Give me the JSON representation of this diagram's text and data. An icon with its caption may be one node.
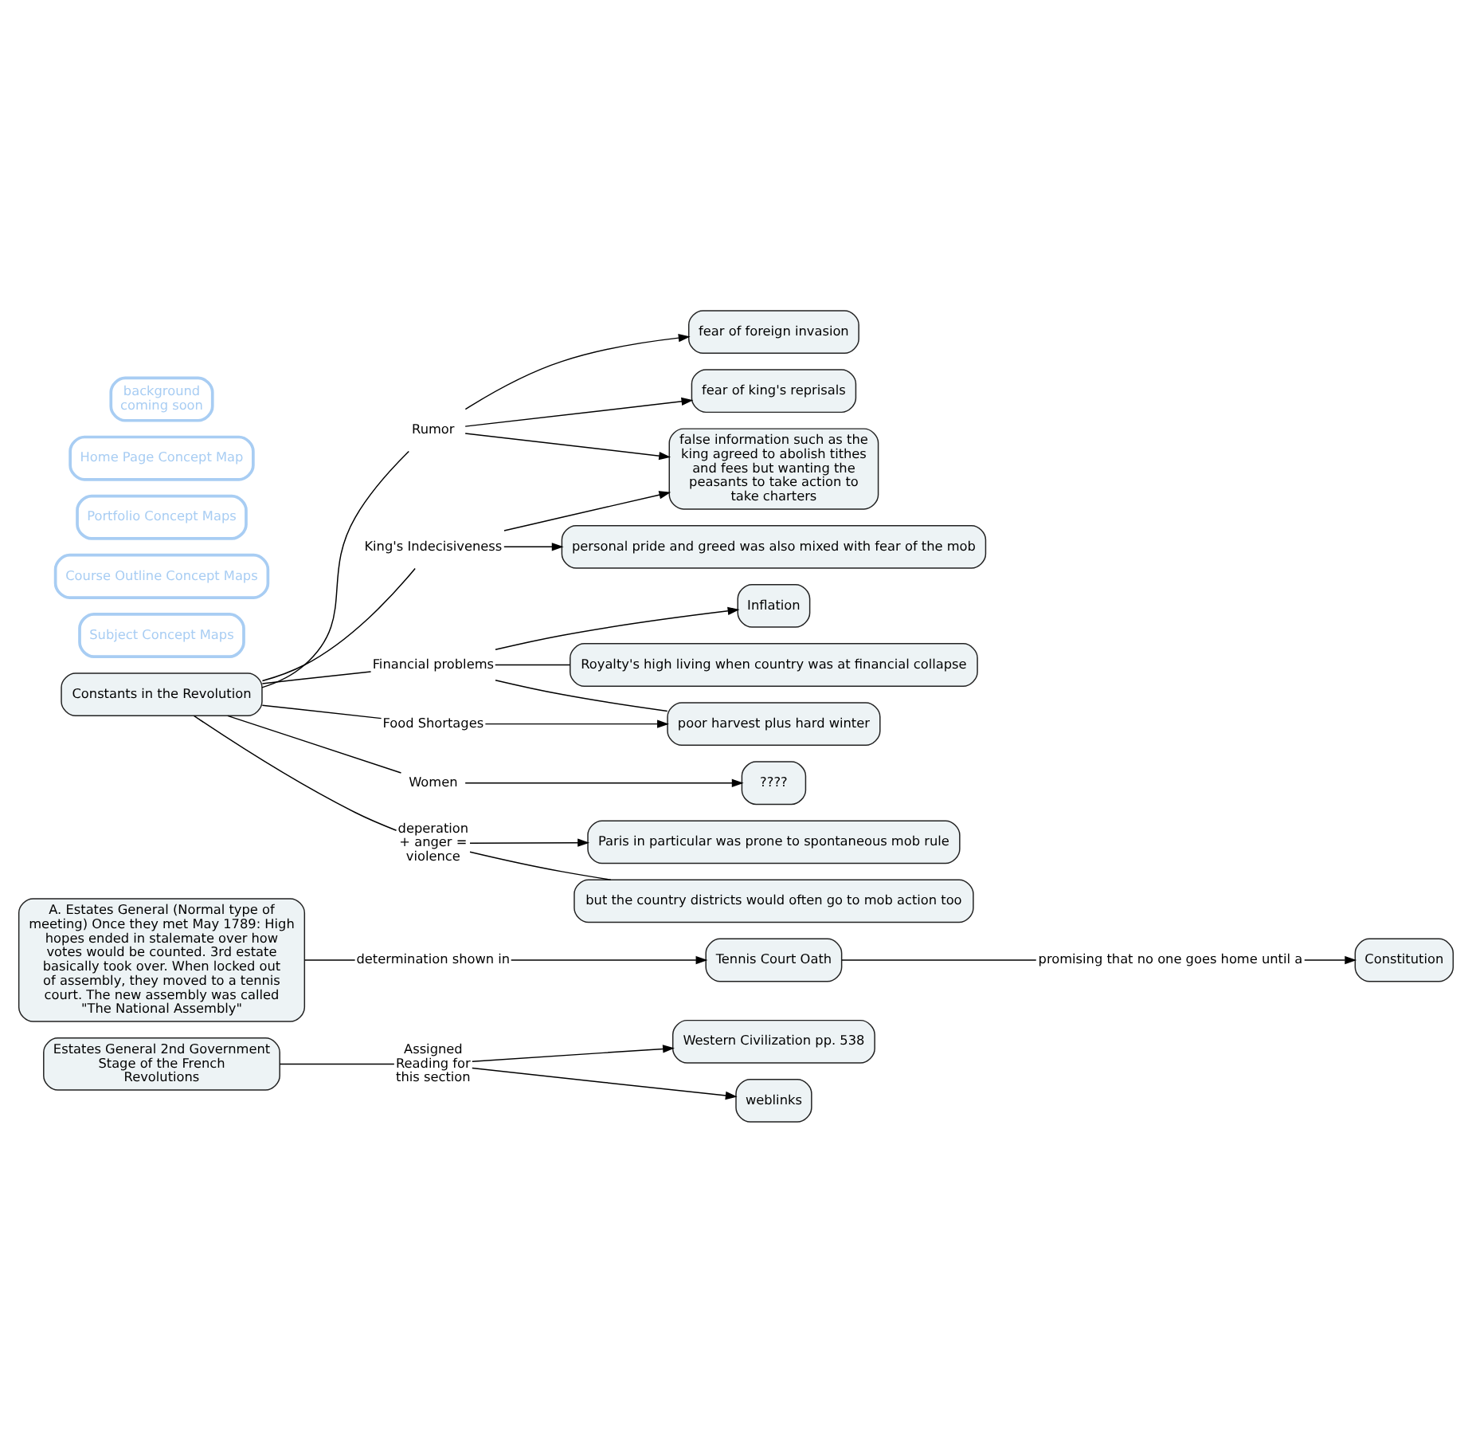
{
  "diagram": {
    "nodes": [
      {
        "text": [
          "Estates General 2nd Government Stage of the French Revolutions"
        ]
      },
      {
        "text": [
          "Assigned Reading for this section"
        ]
      },
      {
        "text": [
          "Western Civilization pp. 538"
        ]
      },
      {
        "text": [
          "weblinks"
        ]
      },
      {
        "text": [
          "A. Estates General (Normal type of meeting) Once they met May 1789: High hopes ended in stalemate over how votes would be counted. 3rd estate basically took over. When locked out of assembly, they moved to a tennis court. The new assembly was called \"The National Assembly\""
        ]
      },
      {
        "text": [
          "determination shown in"
        ]
      },
      {
        "text": [
          "Tennis Court Oath"
        ]
      },
      {
        "text": [
          "promising that no one goes home until a"
        ]
      },
      {
        "text": [
          "Constitution"
        ]
      },
      {
        "text": [
          "fear of foreign invasion"
        ]
      },
      {
        "text": [
          "fear of king's reprisals"
        ]
      },
      {
        "text": [
          "Rumor"
        ]
      },
      {
        "text": [
          "false information such as the king agreed to abolish tithes and fees but wanting the peasants to take action to take charters"
        ]
      },
      {
        "text": [
          "King's Indecisiveness"
        ]
      },
      {
        "text": [
          "personal pride and greed was also mixed with fear of the mob"
        ]
      },
      {
        "text": [
          "Constants in the Revolution"
        ]
      },
      {
        "text": [
          "Financial problems"
        ]
      },
      {
        "text": [
          "Inflation"
        ]
      },
      {
        "text": [
          "Royalty's high living when country was at financial collapse"
        ]
      },
      {
        "text": [
          "Food Shortages"
        ]
      },
      {
        "text": [
          "poor harvest plus hard winter"
        ]
      },
      {
        "text": [
          "Women"
        ]
      },
      {
        "text": [
          "????"
        ]
      },
      {
        "text": [
          "deperation + anger = violence"
        ]
      },
      {
        "text": [
          "Paris in particular was prone to spontaneous mob rule"
        ]
      },
      {
        "text": [
          "but the country districts would often go to mob action too"
        ]
      },
      {
        "text": [
          "background coming soon"
        ]
      },
      {
        "text": [
          "Home Page Concept Map"
        ]
      },
      {
        "text": [
          "Portfolio Concept Maps"
        ]
      },
      {
        "text": [
          "Course Outline Concept Maps"
        ]
      },
      {
        "text": [
          "Subject Concept Maps"
        ]
      }
    ],
    "edges": [
      {
        "from": 0,
        "to": 1,
        "arrow": "none"
      },
      {
        "from": 1,
        "to": 2,
        "arrow": "to"
      },
      {
        "from": 1,
        "to": 3,
        "arrow": "to"
      },
      {
        "from": 4,
        "to": 5,
        "arrow": "none"
      },
      {
        "from": 5,
        "to": 6,
        "arrow": "to"
      },
      {
        "from": 6,
        "to": 7,
        "arrow": "none"
      },
      {
        "from": 7,
        "to": 8,
        "arrow": "to"
      },
      {
        "from": 15,
        "to": 11,
        "arrow": "none"
      },
      {
        "from": 11,
        "to": 9,
        "arrow": "to"
      },
      {
        "from": 11,
        "to": 10,
        "arrow": "to"
      },
      {
        "from": 11,
        "to": 12,
        "arrow": "to"
      },
      {
        "from": 15,
        "to": 13,
        "arrow": "none"
      },
      {
        "from": 13,
        "to": 12,
        "arrow": "to"
      },
      {
        "from": 13,
        "to": 14,
        "arrow": "to"
      },
      {
        "from": 15,
        "to": 16,
        "arrow": "none"
      },
      {
        "from": 16,
        "to": 17,
        "arrow": "to"
      },
      {
        "from": 16,
        "to": 18,
        "arrow": "none"
      },
      {
        "from": 16,
        "to": 20,
        "arrow": "none"
      },
      {
        "from": 15,
        "to": 19,
        "arrow": "none"
      },
      {
        "from": 19,
        "to": 20,
        "arrow": "to"
      },
      {
        "from": 15,
        "to": 21,
        "arrow": "none"
      },
      {
        "from": 21,
        "to": 22,
        "arrow": "to"
      },
      {
        "from": 15,
        "to": 23,
        "arrow": "none"
      },
      {
        "from": 23,
        "to": 24,
        "arrow": "to"
      },
      {
        "from": 23,
        "to": 25,
        "arrow": "none"
      }
    ]
  }
}
